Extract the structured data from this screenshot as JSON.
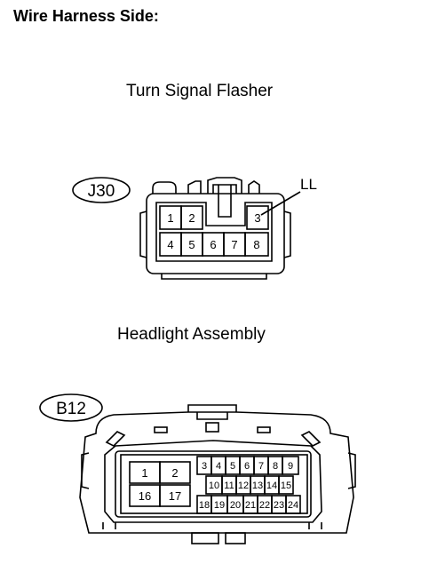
{
  "title": "Wire Harness Side:",
  "connectors": [
    {
      "label": "Turn Signal Flasher",
      "code": "J30",
      "pins": [
        "1",
        "2",
        "3",
        "4",
        "5",
        "6",
        "7",
        "8"
      ],
      "callout": "LL"
    },
    {
      "label": "Headlight Assembly",
      "code": "B12",
      "pins": [
        "1",
        "2",
        "16",
        "17",
        "3",
        "4",
        "5",
        "6",
        "7",
        "8",
        "9",
        "10",
        "11",
        "12",
        "13",
        "14",
        "15",
        "18",
        "19",
        "20",
        "21",
        "22",
        "23",
        "24"
      ]
    }
  ]
}
